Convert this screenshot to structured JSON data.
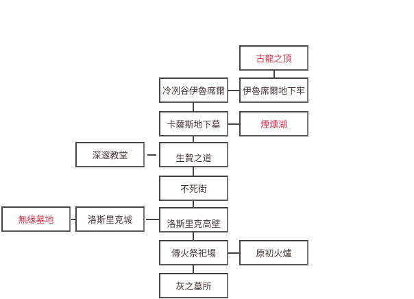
{
  "nodes": {
    "ancient_dragon_peak": {
      "label": "古龍之頂",
      "highlight": true
    },
    "irithyll_valley": {
      "label": "冷冽谷伊魯席爾",
      "highlight": false
    },
    "irithyll_dungeon": {
      "label": "伊魯席爾地下牢",
      "highlight": false
    },
    "catacombs_carthus": {
      "label": "卡薩斯地下墓",
      "highlight": false
    },
    "smouldering_lake": {
      "label": "煙燻湖",
      "highlight": true
    },
    "cathedral_deep": {
      "label": "深邃教堂",
      "highlight": false
    },
    "road_of_sacrifices": {
      "label": "生贄之道",
      "highlight": false
    },
    "undead_settlement": {
      "label": "不死街",
      "highlight": false
    },
    "untended_graves": {
      "label": "無緣墓地",
      "highlight": true
    },
    "lothric_castle": {
      "label": "洛斯里克城",
      "highlight": false
    },
    "high_wall": {
      "label": "洛斯里克高壁",
      "highlight": false
    },
    "firelink_shrine": {
      "label": "傳火祭祀場",
      "highlight": false
    },
    "kiln": {
      "label": "原初火爐",
      "highlight": false
    },
    "cemetery_of_ash": {
      "label": "灰之墓所",
      "highlight": false
    }
  },
  "colors": {
    "highlight": "#c8344a",
    "text": "#4a3838",
    "line": "#444444"
  }
}
